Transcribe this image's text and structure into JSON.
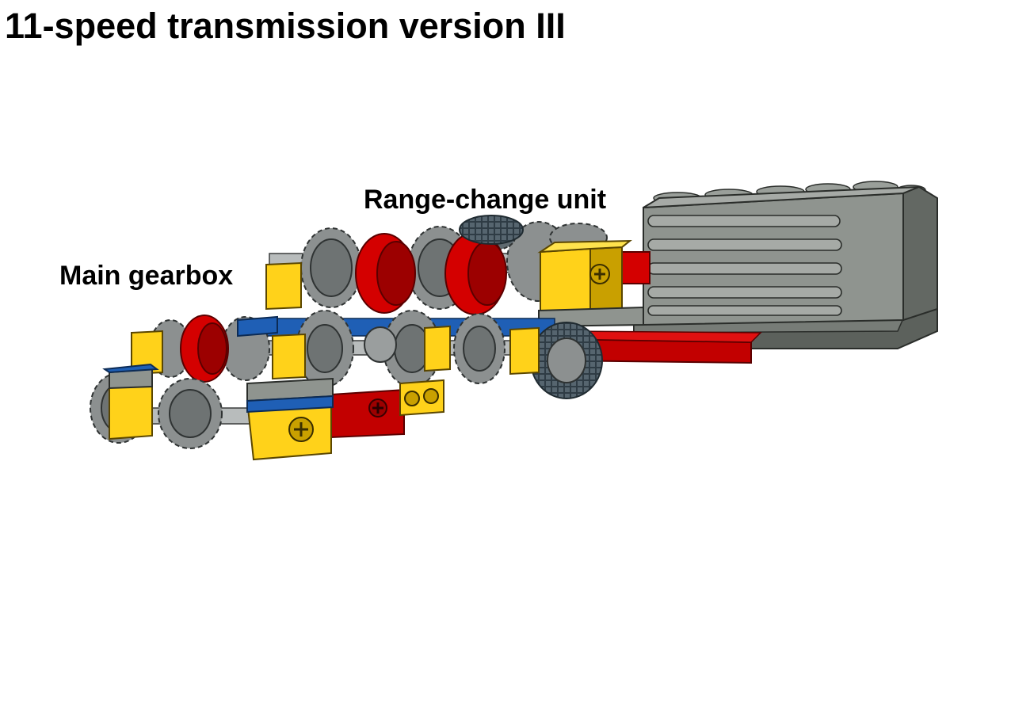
{
  "title": "11-speed transmission version III",
  "labels": {
    "main_gearbox": "Main gearbox",
    "range_change_unit": "Range-change unit"
  },
  "colors": {
    "yellow": "#ffd21a",
    "yellow_shade": "#c9a000",
    "red": "#d40000",
    "red_shade": "#9c0000",
    "blue": "#1f5fb5",
    "gear": "#8c9090",
    "gear_dark": "#5f6464",
    "motor_light": "#a6aaa6",
    "motor": "#8f948f",
    "motor_dark": "#5c615c",
    "axle": "#b8bcbc",
    "tire": "#3a4a55"
  }
}
